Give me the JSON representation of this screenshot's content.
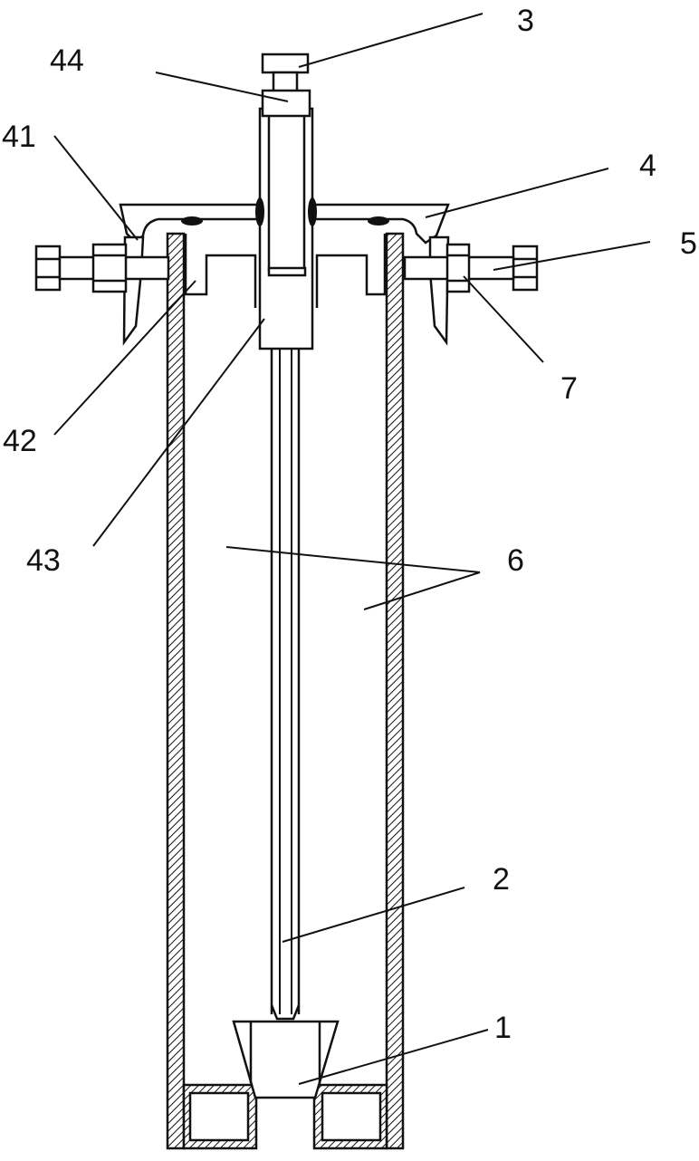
{
  "labels": {
    "l1": "1",
    "l2": "2",
    "l3": "3",
    "l4": "4",
    "l5": "5",
    "l6": "6",
    "l7": "7",
    "l41": "41",
    "l42": "42",
    "l43": "43",
    "l44": "44"
  },
  "colors": {
    "line": "#111111",
    "background": "#ffffff"
  }
}
